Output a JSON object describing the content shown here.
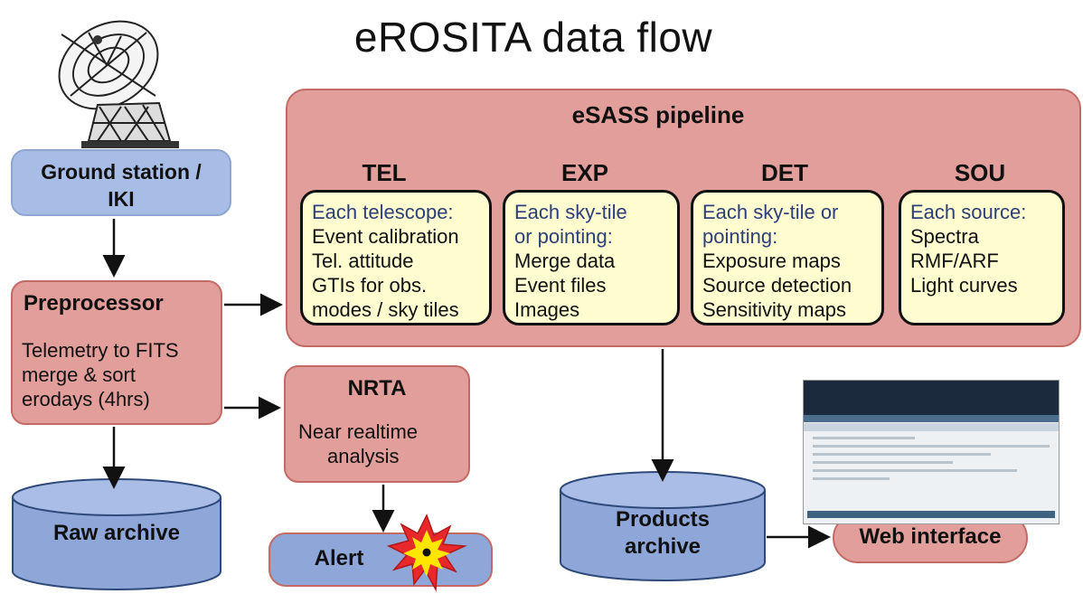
{
  "title": "eROSITA  data flow",
  "ground_station": {
    "line1": "Ground station /",
    "line2": "IKI"
  },
  "preprocessor": {
    "label": "Preprocessor",
    "lines": [
      "Telemetry to FITS",
      "merge & sort",
      "erodays (4hrs)"
    ]
  },
  "pipeline": {
    "label": "eSASS pipeline",
    "stages": [
      {
        "name": "TEL",
        "heading": [
          "Each telescope:"
        ],
        "lines": [
          "Event calibration",
          "Tel. attitude",
          "GTIs for obs.",
          "modes / sky tiles"
        ]
      },
      {
        "name": "EXP",
        "heading": [
          "Each sky-tile",
          "or pointing:"
        ],
        "lines": [
          "Merge data",
          "Event files",
          "Images"
        ]
      },
      {
        "name": "DET",
        "heading": [
          "Each sky-tile or",
          "pointing:"
        ],
        "lines": [
          "Exposure maps",
          "Source detection",
          "Sensitivity maps"
        ]
      },
      {
        "name": "SOU",
        "heading": [
          "Each source:"
        ],
        "lines": [
          "Spectra",
          "RMF/ARF",
          "Light curves"
        ]
      }
    ]
  },
  "nrta": {
    "label": "NRTA",
    "lines": [
      "Near realtime",
      "analysis"
    ]
  },
  "raw_archive": "Raw archive",
  "alert": "Alert",
  "products_archive": {
    "line1": "Products",
    "line2": "archive"
  },
  "web_interface": "Web interface",
  "colors": {
    "blue_fill": "#a7bde6",
    "red_fill": "#e19e9a",
    "stage_fill": "#fffccf",
    "stage_heading": "#2c3f7a"
  },
  "icons": [
    "radio-telescope-icon",
    "explosion-icon"
  ]
}
